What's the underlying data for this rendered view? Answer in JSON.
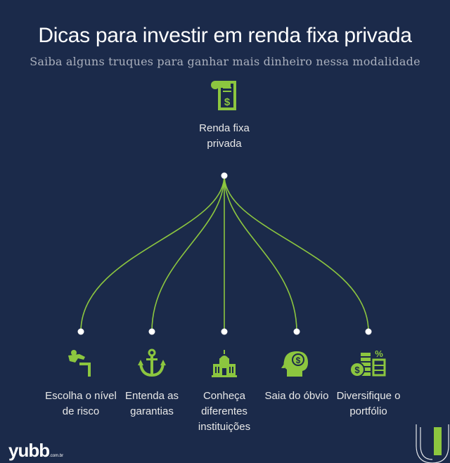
{
  "title": "Dicas para investir em renda fixa privada",
  "subtitle": "Saiba alguns truques para ganhar mais dinheiro nessa modalidade",
  "root": {
    "label": "Renda fixa privada",
    "icon": "receipt-dollar-icon"
  },
  "leaves": [
    {
      "label": "Escolha o nível de risco",
      "icon": "climber-steps-icon"
    },
    {
      "label": "Entenda as garantias",
      "icon": "anchor-icon"
    },
    {
      "label": "Conheça diferentes instituições",
      "icon": "institution-building-icon"
    },
    {
      "label": "Saia do óbvio",
      "icon": "head-dollar-icon"
    },
    {
      "label": "Diversifique o portfólio",
      "icon": "coins-percent-icon"
    }
  ],
  "brand": {
    "logo": "yubb",
    "domain": ".com.br"
  },
  "colors": {
    "background": "#1b2a4a",
    "accent": "#8cc63f",
    "text": "#ffffff"
  }
}
